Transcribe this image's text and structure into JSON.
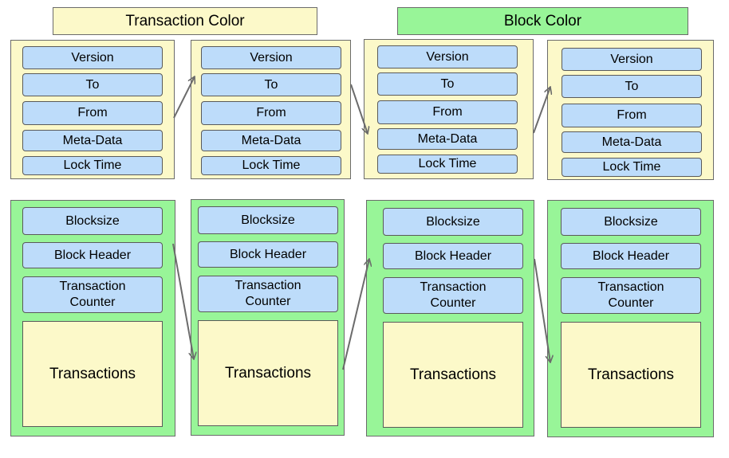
{
  "legend": {
    "transaction_color": "Transaction Color",
    "block_color": "Block Color",
    "transaction_color_hex": "#fcf9c9",
    "block_color_hex": "#98f598",
    "field_color_hex": "#bddcfa"
  },
  "transactions": [
    {
      "version": "Version",
      "to": "To",
      "from": "From",
      "meta": "Meta-Data",
      "lock": "Lock Time"
    },
    {
      "version": "Version",
      "to": "To",
      "from": "From",
      "meta": "Meta-Data",
      "lock": "Lock Time"
    },
    {
      "version": "Version",
      "to": "To",
      "from": "From",
      "meta": "Meta-Data",
      "lock": "Lock Time"
    },
    {
      "version": "Version",
      "to": "To",
      "from": "From",
      "meta": "Meta-Data",
      "lock": "Lock Time"
    }
  ],
  "blocks": [
    {
      "size": "Blocksize",
      "header": "Block Header",
      "counter_l1": "Transaction",
      "counter_l2": "Counter",
      "txs": "Transactions"
    },
    {
      "size": "Blocksize",
      "header": "Block Header",
      "counter_l1": "Transaction",
      "counter_l2": "Counter",
      "txs": "Transactions"
    },
    {
      "size": "Blocksize",
      "header": "Block Header",
      "counter_l1": "Transaction",
      "counter_l2": "Counter",
      "txs": "Transactions"
    },
    {
      "size": "Blocksize",
      "header": "Block Header",
      "counter_l1": "Transaction",
      "counter_l2": "Counter",
      "txs": "Transactions"
    }
  ]
}
